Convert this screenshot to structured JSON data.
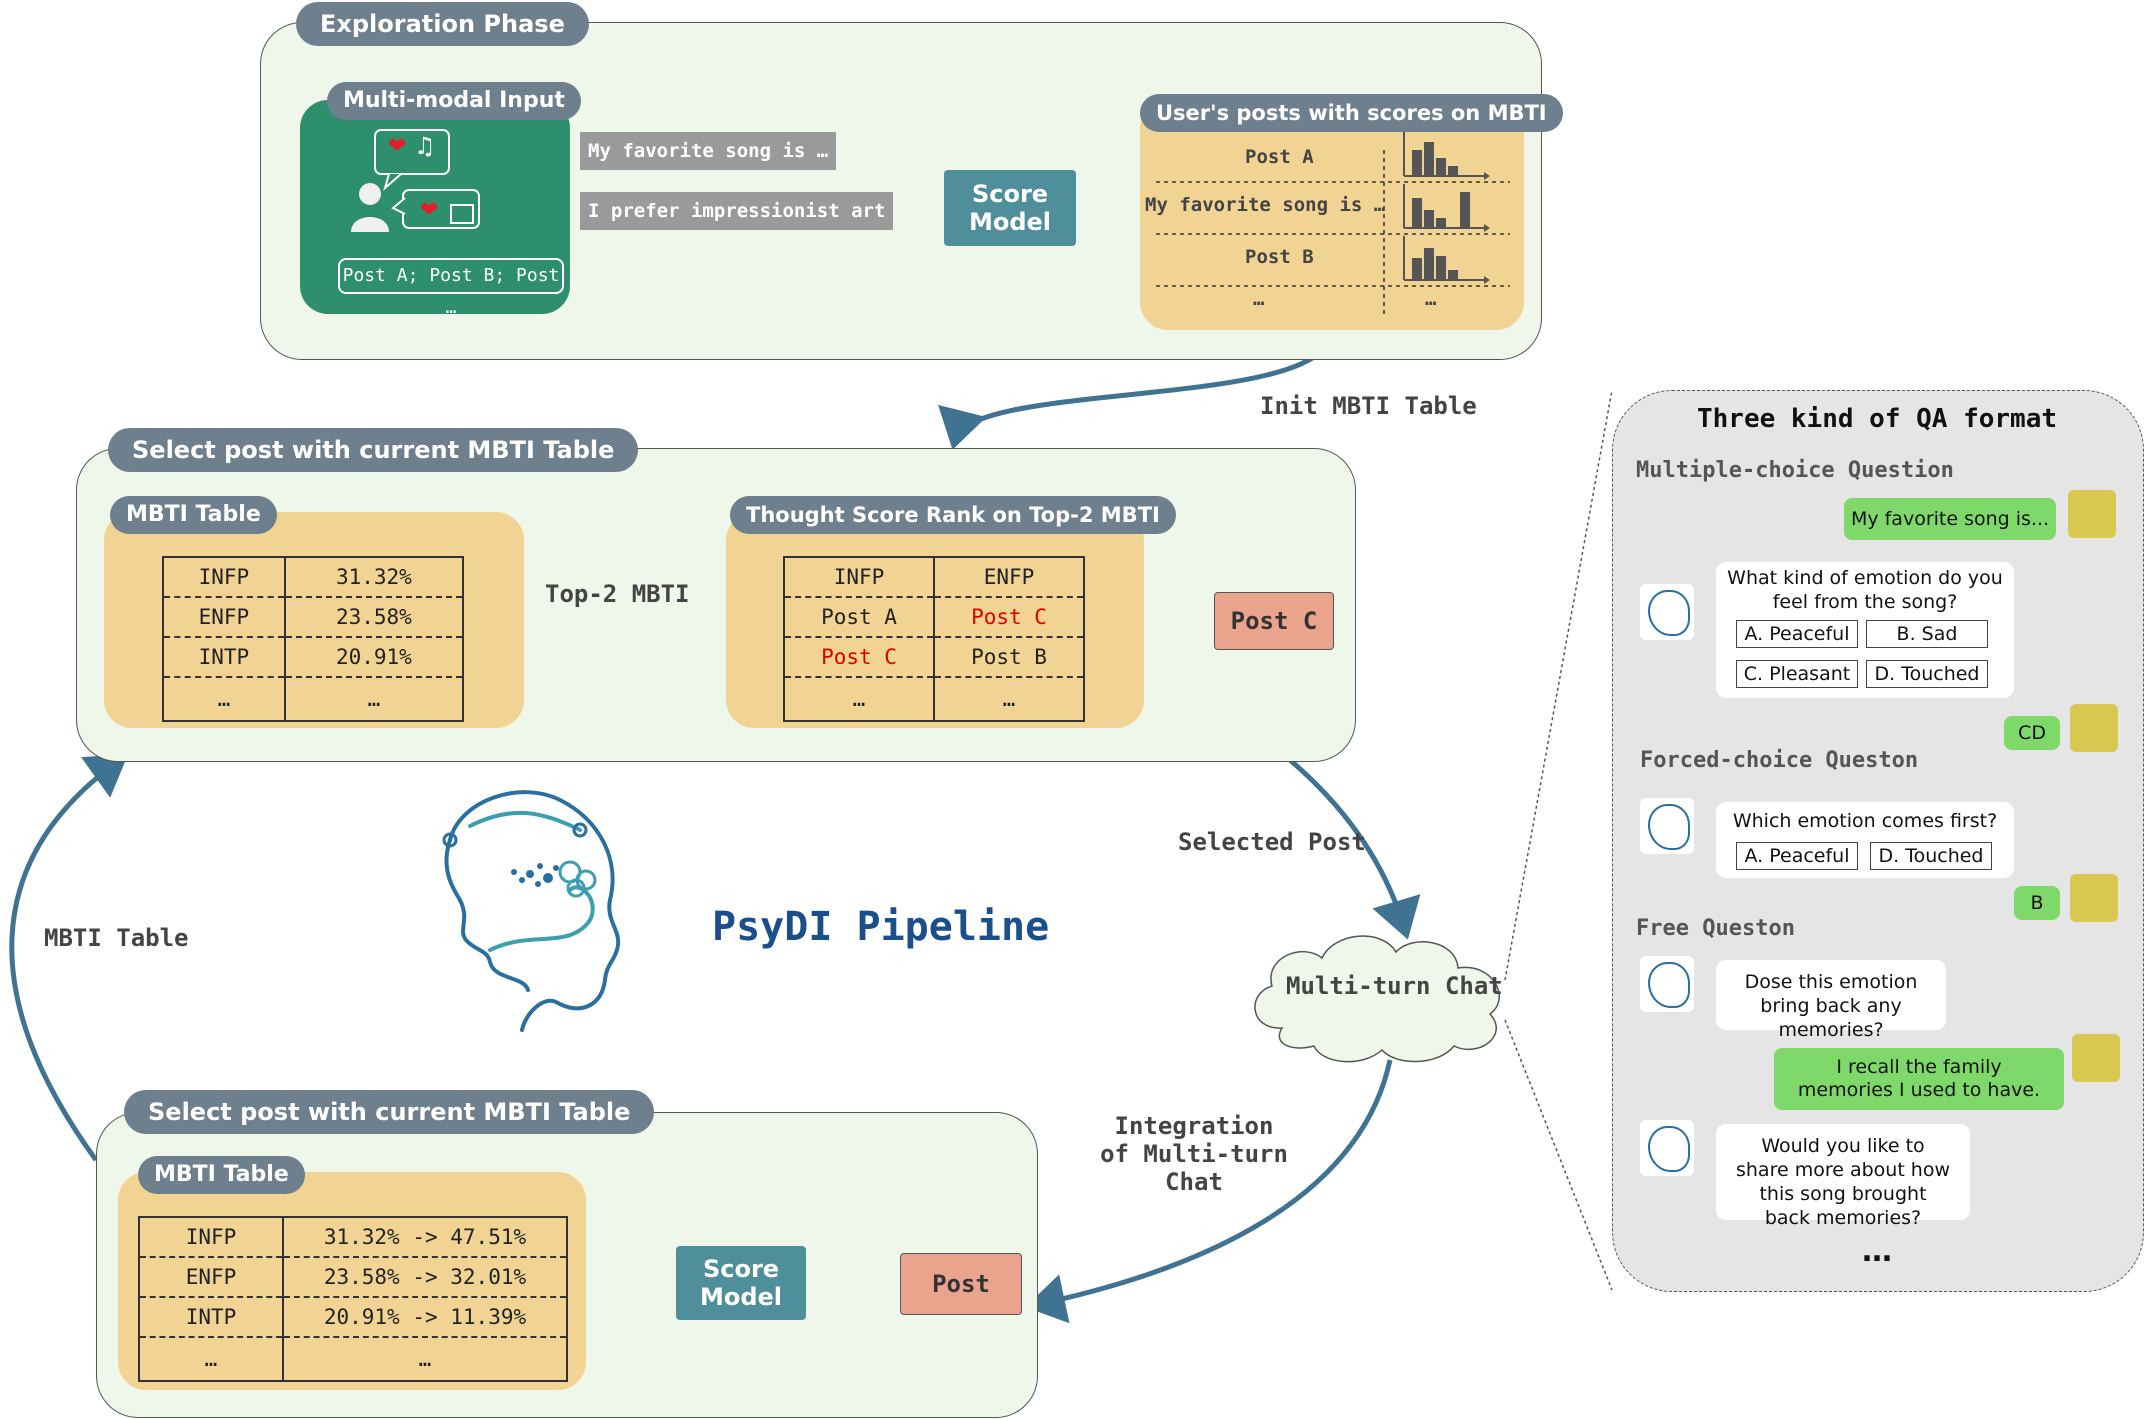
{
  "exploration": {
    "title": "Exploration Phase",
    "input_title": "Multi-modal Input",
    "input_posts": "Post A; Post B; Post …",
    "pill_song": "My favorite song is …",
    "pill_art": "I prefer impressionist art",
    "score_model": "Score Model",
    "posts_title": "User's posts with scores on MBTI",
    "posts": [
      "Post A",
      "My favorite song is …",
      "Post B",
      "…"
    ],
    "posts_dots": "…"
  },
  "init_label": "Init MBTI Table",
  "select_top": {
    "title": "Select post with current MBTI Table",
    "table_title": "MBTI Table",
    "table": [
      [
        "INFP",
        "31.32%"
      ],
      [
        "ENFP",
        "23.58%"
      ],
      [
        "INTP",
        "20.91%"
      ],
      [
        "…",
        "…"
      ]
    ],
    "top2_label": "Top-2 MBTI",
    "rank_title": "Thought Score Rank on Top-2 MBTI",
    "rank": [
      [
        "INFP",
        "ENFP"
      ],
      [
        "Post A",
        "Post C"
      ],
      [
        "Post C",
        "Post B"
      ],
      [
        "…",
        "…"
      ]
    ],
    "result": "Post C"
  },
  "center": {
    "pipeline_label": "PsyDI Pipeline",
    "left_label": "MBTI Table",
    "selected_post": "Selected Post",
    "chat": "Multi-turn Chat",
    "integration": "Integration of Multi-turn Chat"
  },
  "select_bottom": {
    "title": "Select post with current MBTI Table",
    "table_title": "MBTI Table",
    "table": [
      [
        "INFP",
        "31.32% -> 47.51%"
      ],
      [
        "ENFP",
        "23.58% -> 32.01%"
      ],
      [
        "INTP",
        "20.91% -> 11.39%"
      ],
      [
        "…",
        "…"
      ]
    ],
    "score_model": "Score Model",
    "post": "Post"
  },
  "qa": {
    "title": "Three kind of QA format",
    "mc_heading": "Multiple-choice Question",
    "mc_user": "My favorite song is...",
    "mc_question": "What kind of emotion do you feel from the song?",
    "mc_options": [
      "A. Peaceful",
      "B. Sad",
      "C. Pleasant",
      "D. Touched"
    ],
    "mc_answer": "CD",
    "fc_heading": "Forced-choice Queston",
    "fc_question": "Which emotion comes first?",
    "fc_options": [
      "A. Peaceful",
      "D. Touched"
    ],
    "fc_answer": "B",
    "free_heading": "Free Queston",
    "free_q1": "Dose this emotion bring back any memories?",
    "free_user": "I recall the family memories I used to have.",
    "free_q2": "Would you like to share more about how this song brought back memories?",
    "dots": "…"
  },
  "colors": {
    "panel_bg": "#eef7ea",
    "tag": "#6e7f8d",
    "yellow": "#f1d493",
    "green": "#2e8f6c",
    "teal": "#4f8f9c",
    "salmon": "#eaa38d",
    "arrow": "#3f7391",
    "title_blue": "#1a4f8c",
    "chat_green": "#7fd96a"
  }
}
